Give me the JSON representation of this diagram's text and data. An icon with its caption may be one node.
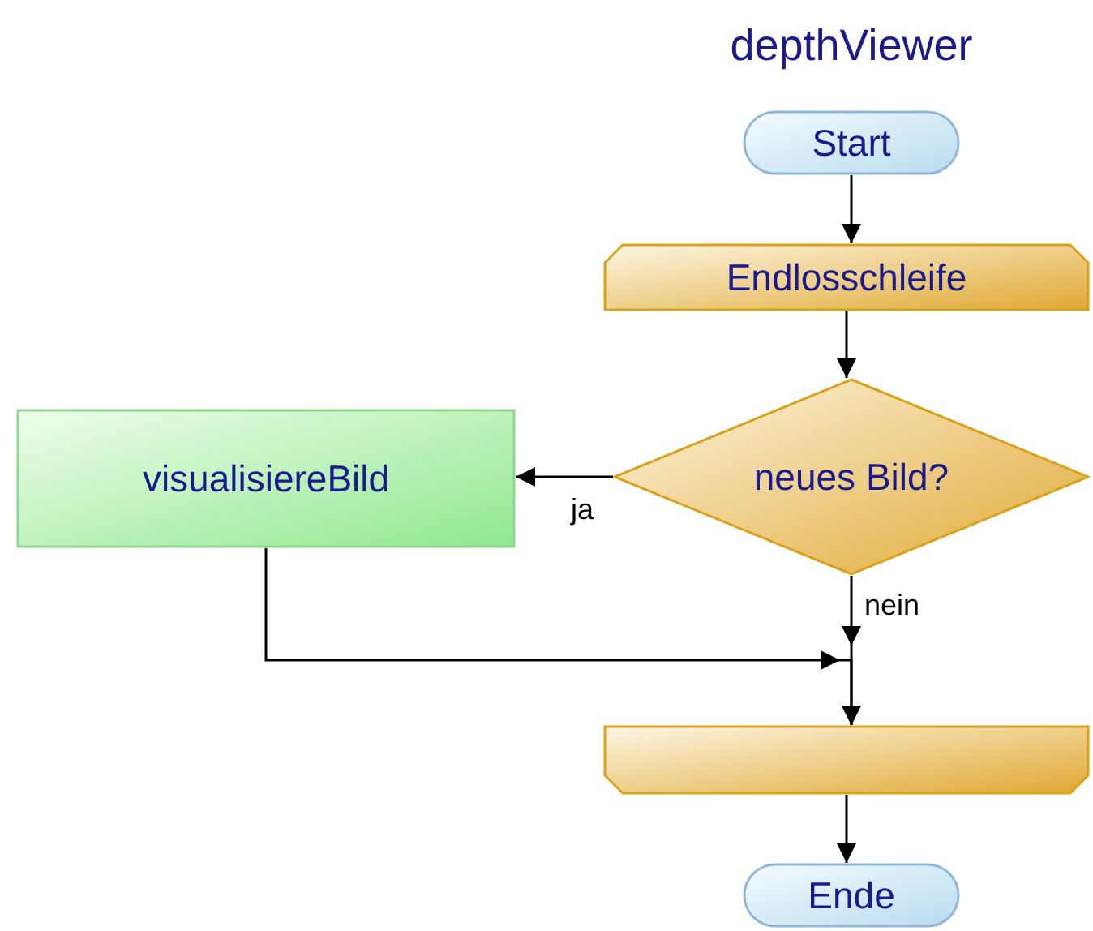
{
  "diagram": {
    "title": "depthViewer",
    "nodes": [
      {
        "text": [
          "Start"
        ]
      },
      {
        "text": [
          "Endlosschleife"
        ]
      },
      {
        "text": [
          "neues Bild?"
        ]
      },
      {
        "text": [
          "visualisiereBild"
        ]
      },
      {
        "text": [],
        "shape": "box"
      },
      {
        "text": [
          "Ende"
        ]
      }
    ],
    "edges": [
      {
        "from": 0,
        "to": 1,
        "arrow": "to"
      },
      {
        "from": 1,
        "to": 2,
        "arrow": "to"
      },
      {
        "from": 2,
        "to": 3,
        "arrow": "to",
        "label": "ja"
      },
      {
        "from": 2,
        "to": 4,
        "arrow": "to",
        "label": "nein"
      },
      {
        "from": 3,
        "to": 4,
        "arrow": "to"
      },
      {
        "from": 4,
        "to": 5,
        "arrow": "to"
      }
    ]
  }
}
